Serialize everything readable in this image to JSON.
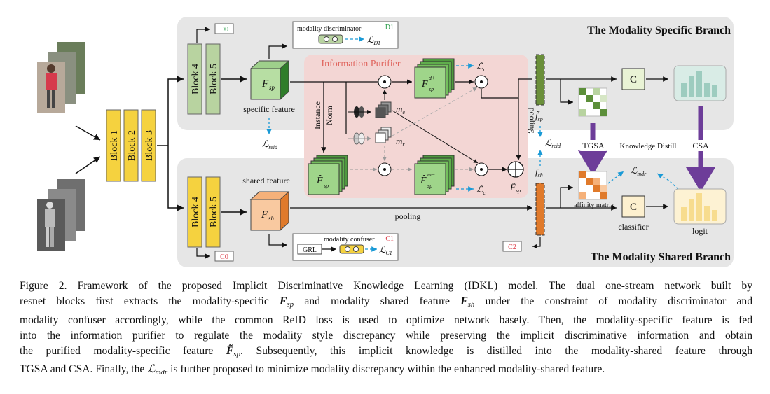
{
  "figure": {
    "branch_specific_title": "The Modality Specific Branch",
    "branch_shared_title": "The Modality Shared Branch",
    "block1": "Block 1",
    "block2": "Block 2",
    "block3": "Block 3",
    "block4": "Block 4",
    "block5": "Block 5",
    "d0": "D0",
    "d1": "D1",
    "c0": "C0",
    "c1": "C1",
    "c2": "C2",
    "modality_discriminator": "modality discriminator",
    "modality_confuser": "modality confuser",
    "grl": "GRL",
    "information_purifier": "Information Purifier",
    "instance_norm_1": "Instance",
    "instance_norm_2": "Norm",
    "specific_feature": "specific feature",
    "shared_feature": "shared feature",
    "f_sp": "F",
    "f_sp_sub": "sp",
    "f_sh": "F",
    "f_sh_sub": "sh",
    "pooling_v": "pooling",
    "pooling_h": "pooling",
    "c_box": "C",
    "tgsa": "TGSA",
    "csa": "CSA",
    "knowledge_distill": "Knowledge Distill",
    "affinity_matrix": "affinity matrix",
    "classifier": "classifier",
    "logit": "logit",
    "m_e": "m",
    "m_e_sub": "e",
    "m_r": "m",
    "m_r_sub": "r",
    "loss_D1": "D1",
    "loss_C1": "C1",
    "loss_reid": "reid",
    "loss_r": "r",
    "loss_c": "c",
    "loss_mdr": "mdr",
    "fsp_small": "f",
    "fsh_small": "f",
    "d_plus": "d+",
    "m_minus": "m−",
    "odot": "⊙",
    "oplus": "⊕"
  },
  "caption": {
    "line1": "Figure 2. Framework of the proposed Implicit Discriminative Knowledge Learning (IDKL) model. The dual one-stream network built by",
    "line2_a": "resnet blocks first extracts the modality-specific ",
    "line2_b": " and modality shared feature ",
    "line2_c": " under the constraint of modality discriminator and",
    "line3": "modality confuser accordingly, while the common ReID loss is used to optimize network basely. Then, the modality-specific feature is fed",
    "line4": "into the information purifier to regulate the modality style discrepancy while preserving the implicit discriminative information and obtain",
    "line5_a": "the purified modality-specific feature ",
    "line5_b": ". Subsequently, this implicit knowledge is distilled into the modality-shared feature through",
    "line6_a": "TGSA and CSA. Finally, the ",
    "line6_b": " is further proposed to minimize modality discrepancy within the enhanced modality-shared feature.",
    "sym_F": "F",
    "sym_sp": "sp",
    "sym_sh": "sh",
    "sym_L": "ℒ",
    "sym_mdr": "mdr"
  }
}
